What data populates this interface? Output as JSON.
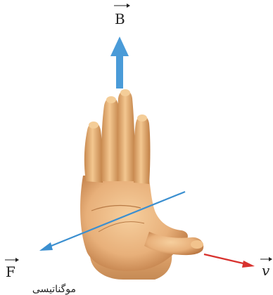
{
  "labels": {
    "b_field": "B",
    "force": "F",
    "velocity": "v",
    "caption": "موگناتیسی"
  },
  "colors": {
    "b_arrow": "#4a9bd8",
    "f_arrow": "#3b8fd0",
    "v_arrow": "#d8322e",
    "skin": "#e8b07a",
    "skin_shadow": "#b8743e",
    "skin_light": "#f6cf9e"
  },
  "icons": {
    "hand": "right-hand-icon"
  }
}
